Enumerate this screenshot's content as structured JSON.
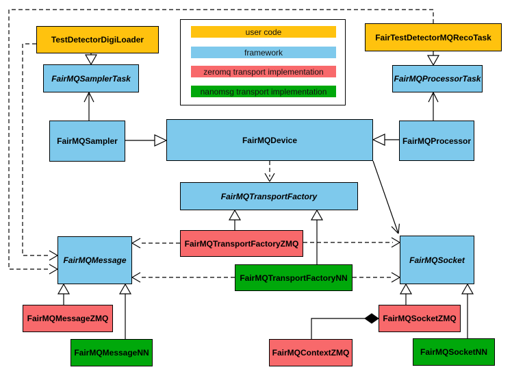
{
  "colors": {
    "user_code": "#FFC20E",
    "framework": "#7EC9EC",
    "zeromq": "#F8696B",
    "nanomsg": "#00A80B"
  },
  "legend": {
    "items": [
      {
        "label": "user code",
        "category": "user_code"
      },
      {
        "label": "framework",
        "category": "framework"
      },
      {
        "label": "zeromq transport implementation",
        "category": "zeromq"
      },
      {
        "label": "nanomsg transport implementation",
        "category": "nanomsg"
      }
    ]
  },
  "nodes": {
    "digiLoader": {
      "label": "TestDetectorDigiLoader",
      "category": "user_code",
      "abstract": false
    },
    "recoTask": {
      "label": "FairTestDetectorMQRecoTask",
      "category": "user_code",
      "abstract": false
    },
    "samplerTask": {
      "label": "FairMQSamplerTask",
      "category": "framework",
      "abstract": true
    },
    "processorTask": {
      "label": "FairMQProcessorTask",
      "category": "framework",
      "abstract": true
    },
    "sampler": {
      "label": "FairMQSampler",
      "category": "framework",
      "abstract": false
    },
    "device": {
      "label": "FairMQDevice",
      "category": "framework",
      "abstract": false
    },
    "processor": {
      "label": "FairMQProcessor",
      "category": "framework",
      "abstract": false
    },
    "factory": {
      "label": "FairMQTransportFactory",
      "category": "framework",
      "abstract": true
    },
    "factoryZMQ": {
      "label": "FairMQTransportFactoryZMQ",
      "category": "zeromq",
      "abstract": false
    },
    "factoryNN": {
      "label": "FairMQTransportFactoryNN",
      "category": "nanomsg",
      "abstract": false
    },
    "message": {
      "label": "FairMQMessage",
      "category": "framework",
      "abstract": true
    },
    "socket": {
      "label": "FairMQSocket",
      "category": "framework",
      "abstract": true
    },
    "messageZMQ": {
      "label": "FairMQMessageZMQ",
      "category": "zeromq",
      "abstract": false
    },
    "messageNN": {
      "label": "FairMQMessageNN",
      "category": "nanomsg",
      "abstract": false
    },
    "contextZMQ": {
      "label": "FairMQContextZMQ",
      "category": "zeromq",
      "abstract": false
    },
    "socketZMQ": {
      "label": "FairMQSocketZMQ",
      "category": "zeromq",
      "abstract": false
    },
    "socketNN": {
      "label": "FairMQSocketNN",
      "category": "nanomsg",
      "abstract": false
    }
  },
  "edges": [
    {
      "from": "digiLoader",
      "to": "samplerTask",
      "type": "inheritance"
    },
    {
      "from": "recoTask",
      "to": "processorTask",
      "type": "inheritance"
    },
    {
      "from": "sampler",
      "to": "device",
      "type": "inheritance"
    },
    {
      "from": "processor",
      "to": "device",
      "type": "inheritance"
    },
    {
      "from": "sampler",
      "to": "samplerTask",
      "type": "association"
    },
    {
      "from": "processor",
      "to": "processorTask",
      "type": "association"
    },
    {
      "from": "device",
      "to": "factory",
      "type": "dependency"
    },
    {
      "from": "device",
      "to": "socket",
      "type": "association"
    },
    {
      "from": "factoryZMQ",
      "to": "factory",
      "type": "inheritance"
    },
    {
      "from": "factoryNN",
      "to": "factory",
      "type": "inheritance"
    },
    {
      "from": "factoryZMQ",
      "to": "message",
      "type": "dependency"
    },
    {
      "from": "factoryZMQ",
      "to": "socket",
      "type": "dependency"
    },
    {
      "from": "factoryNN",
      "to": "message",
      "type": "dependency"
    },
    {
      "from": "factoryNN",
      "to": "socket",
      "type": "dependency"
    },
    {
      "from": "digiLoader",
      "to": "message",
      "type": "dependency"
    },
    {
      "from": "recoTask",
      "to": "message",
      "type": "dependency"
    },
    {
      "from": "messageZMQ",
      "to": "message",
      "type": "inheritance"
    },
    {
      "from": "messageNN",
      "to": "message",
      "type": "inheritance"
    },
    {
      "from": "socketZMQ",
      "to": "socket",
      "type": "inheritance"
    },
    {
      "from": "socketNN",
      "to": "socket",
      "type": "inheritance"
    },
    {
      "from": "contextZMQ",
      "to": "socketZMQ",
      "type": "composition"
    }
  ]
}
